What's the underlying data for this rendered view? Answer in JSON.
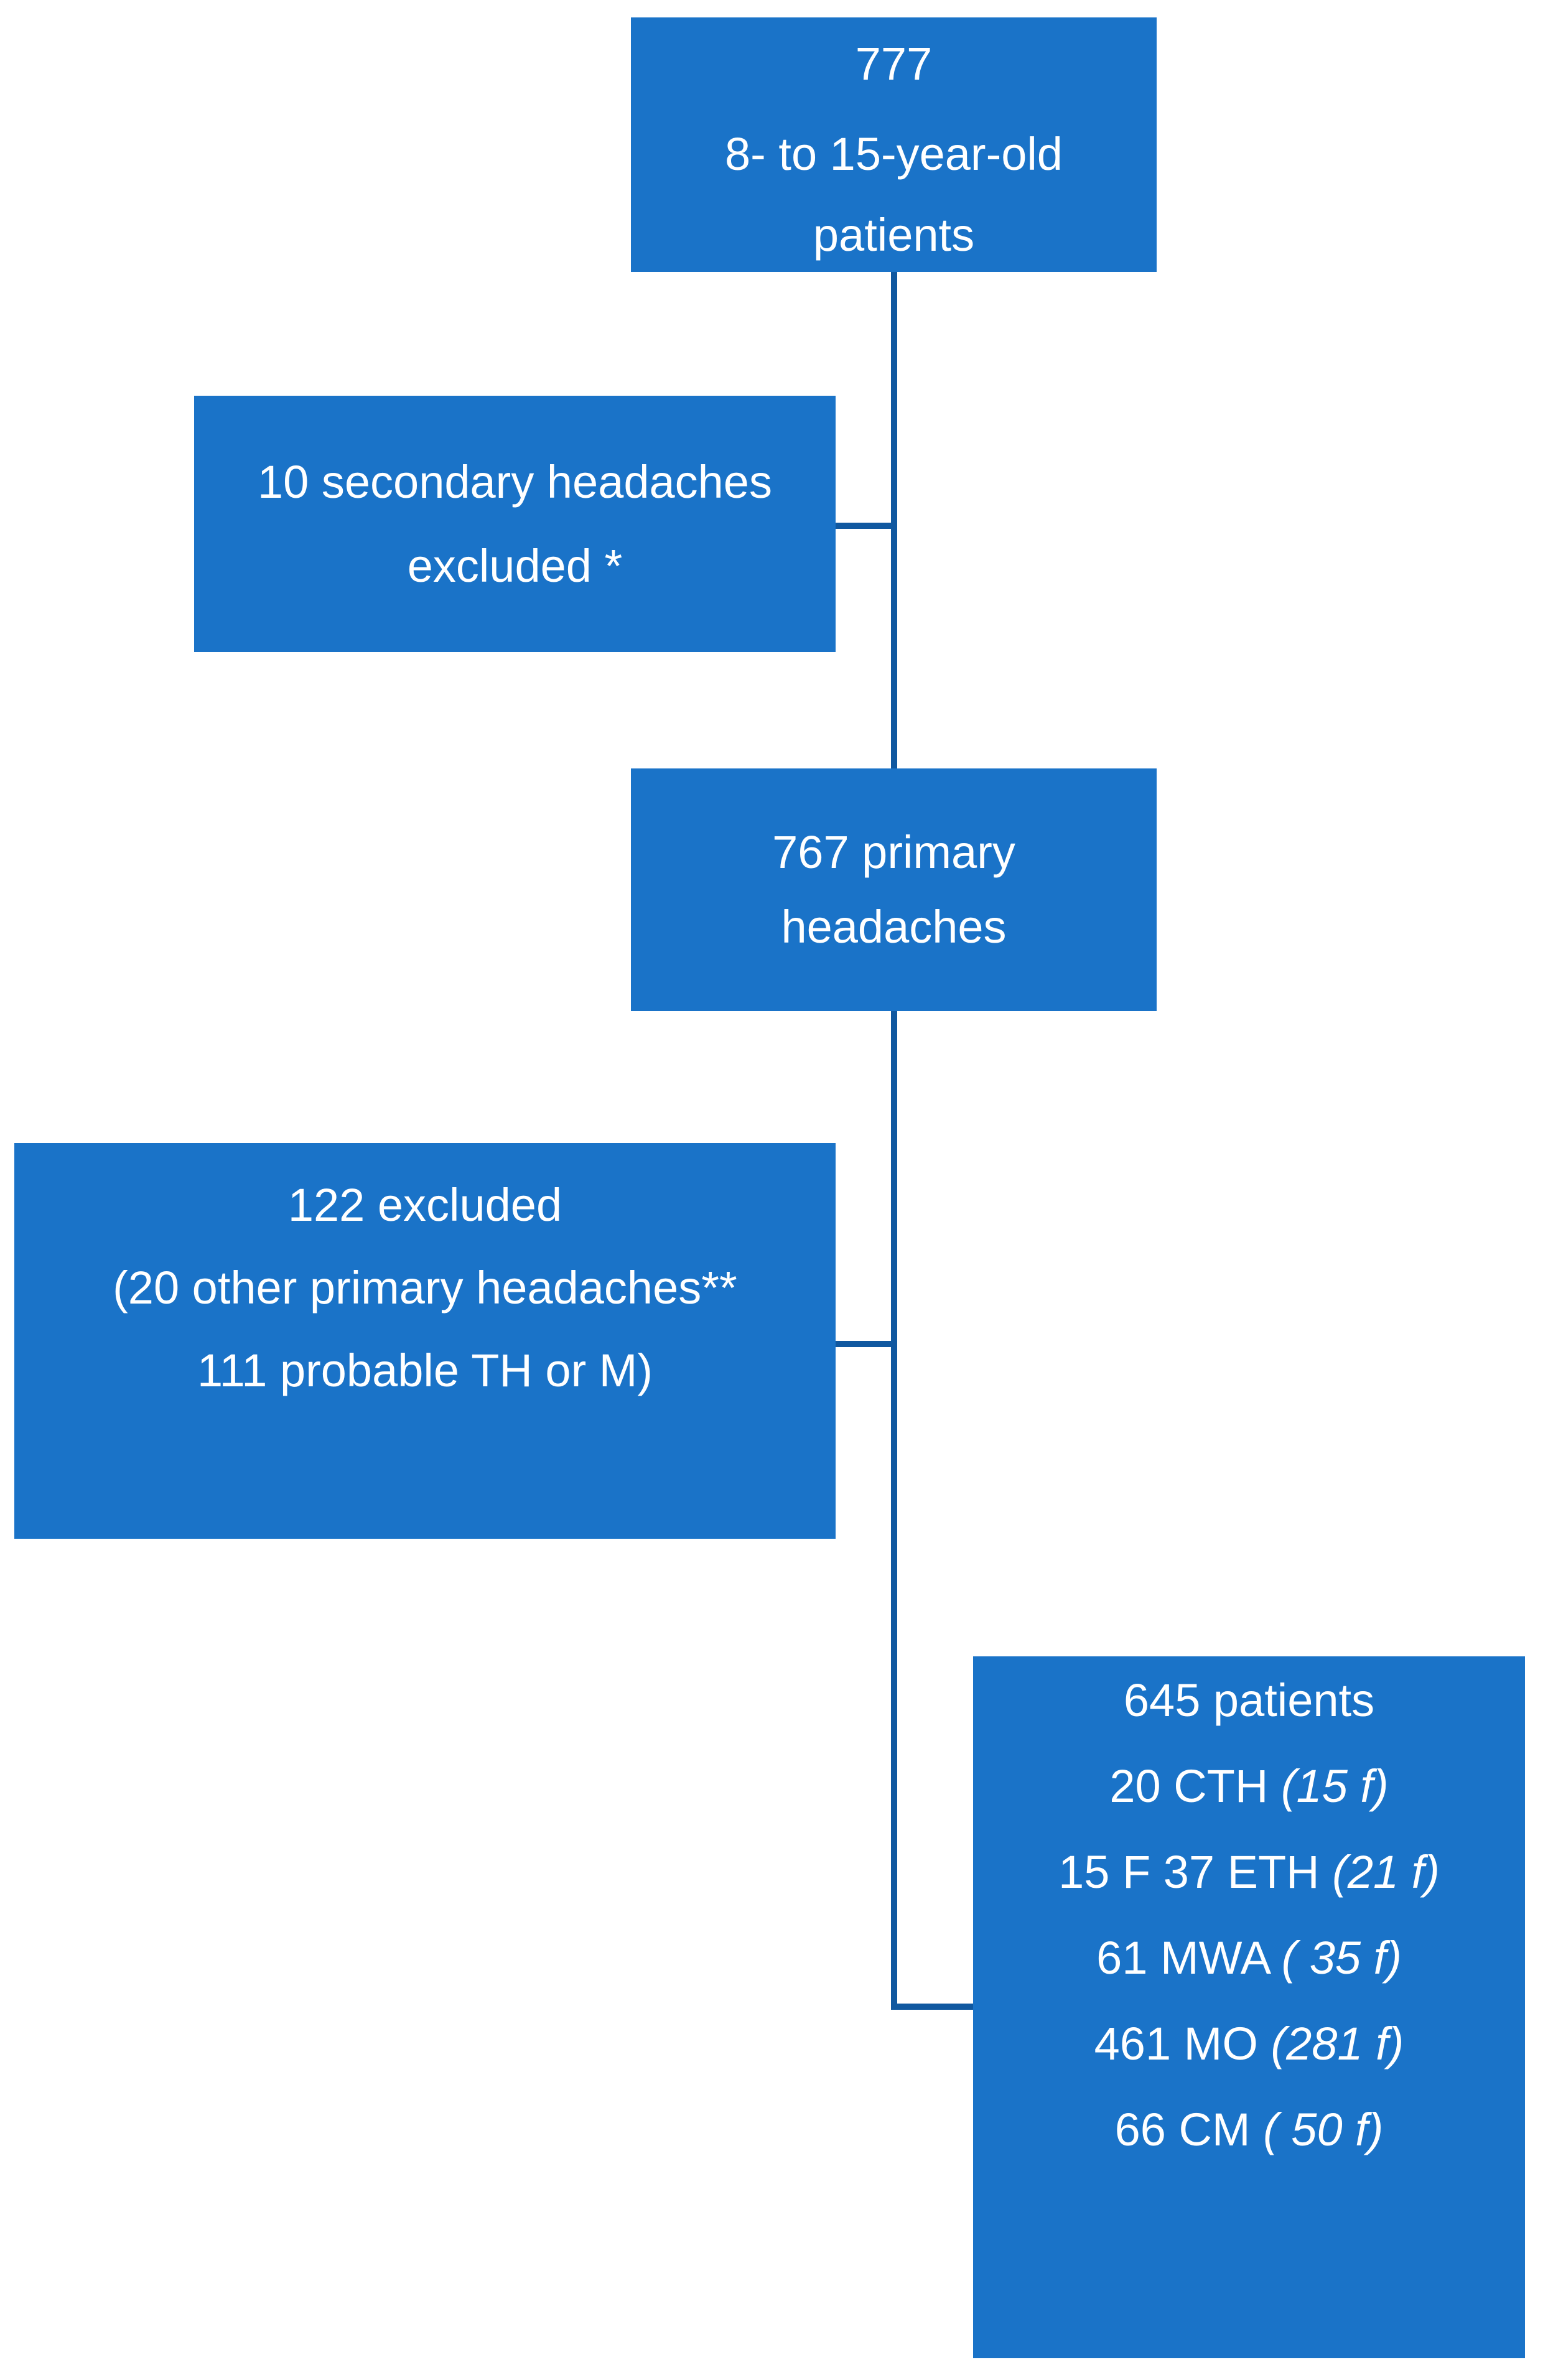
{
  "colors": {
    "box_fill": "#1A73C8",
    "connector": "#1058A0",
    "text_color": "#FFFFFF",
    "background": "#FFFFFF"
  },
  "flowchart": {
    "top_box": {
      "count": "777",
      "description": "8- to 15-year-old patients"
    },
    "secondary_excluded_box": {
      "text": "10 secondary headaches excluded *"
    },
    "primary_box": {
      "text": "767 primary headaches"
    },
    "excluded_box": {
      "lines": [
        "122 excluded",
        "(20 other primary headaches**",
        "111 probable TH or M)"
      ]
    },
    "result_box": {
      "lines": [
        {
          "pre": "645 patients",
          "it": ""
        },
        {
          "pre": "20 CTH ",
          "it": "(15 f)"
        },
        {
          "pre": "15 F 37 ETH ",
          "it": "(21 f)"
        },
        {
          "pre": "61 MWA ",
          "it": "( 35 f)"
        },
        {
          "pre": "461 MO ",
          "it": "(281 f)"
        },
        {
          "pre": "66 CM ",
          "it": "( 50 f)"
        }
      ]
    }
  }
}
